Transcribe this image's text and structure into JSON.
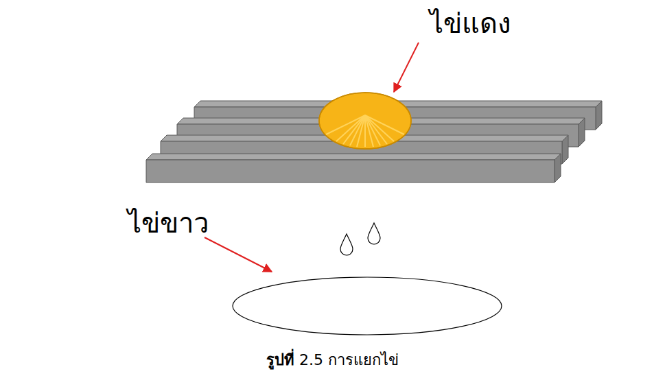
{
  "diagram": {
    "caption": "รูปที่ 2.5 การแยกไข่",
    "labels": [
      "ไข่แดง",
      "ไข่ขาว"
    ]
  }
}
